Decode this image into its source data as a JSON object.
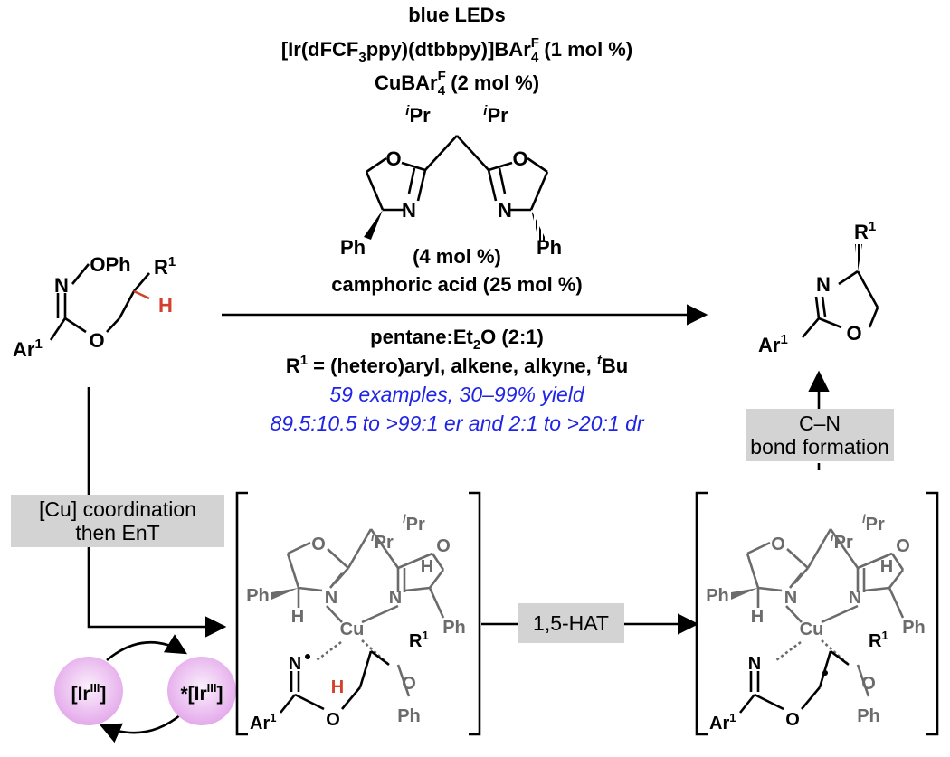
{
  "colors": {
    "bond": "#000000",
    "gray": "#6b6b6b",
    "red": "#d2412b",
    "blue": "#1f24e6",
    "label_box": "#d3d3d3",
    "iridium_bubble": "#e9b6ee"
  },
  "conditions": {
    "light": "blue LEDs",
    "photocat_pre": "[Ir(dFCF",
    "photocat_sub3": "3",
    "photocat_mid": "ppy)(dtbbpy)]BAr",
    "photocat_sup": "F",
    "photocat_sub4": "4",
    "photocat_post": " (1 mol %)",
    "cu_pre": "CuBAr",
    "cu_sup": "F",
    "cu_sub": "4",
    "cu_post": " (2 mol %)",
    "ligand_loading": "(4 mol %)",
    "acid": "camphoric acid (25 mol %)",
    "solvent_pre": "pentane:Et",
    "solvent_sub": "2",
    "solvent_post": "O (2:1)",
    "scope_R": "R",
    "scope_sup": "1",
    "scope_text": " = (hetero)aryl, alkene, alkyne, ",
    "scope_t": "t",
    "scope_Bu": "Bu",
    "examples": "59 examples, 30–99% yield",
    "selectivity": "89.5:10.5 to >99:1 er and 2:1 to >20:1 dr"
  },
  "atoms": {
    "O": "O",
    "N": "N",
    "H": "H",
    "Ph": "Ph",
    "Cu": "Cu",
    "OPh": "OPh",
    "Ar": "Ar",
    "R": "R",
    "one": "1",
    "i": "i",
    "Pr": "Pr"
  },
  "steps": {
    "coordination_line1": "[Cu] coordination",
    "coordination_line2": "then EnT",
    "hat": "1,5-HAT",
    "bond_line1": "C–N",
    "bond_line2": "bond formation"
  },
  "catalyst": {
    "ground_pre": "[Ir",
    "ground_sup": "III",
    "ground_post": "]",
    "excited_pre": "*[Ir",
    "excited_sup": "III",
    "excited_post": "]"
  }
}
